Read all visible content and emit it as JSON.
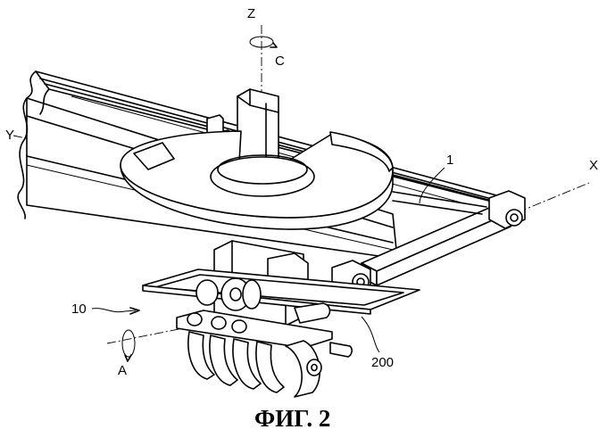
{
  "figure": {
    "caption": "ФИГ. 2",
    "axis_labels": {
      "z": "Z",
      "c": "C",
      "y": "Y",
      "x": "X",
      "a": "A"
    },
    "reference_numerals": {
      "r1": "1",
      "r10": "10",
      "r200": "200"
    }
  }
}
